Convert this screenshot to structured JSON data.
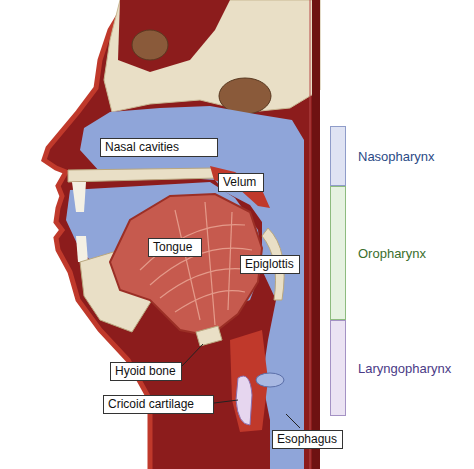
{
  "diagram": {
    "nodes": [
      {
        "text": [
          "Nasal cavities"
        ]
      },
      {
        "text": [
          "Velum"
        ]
      },
      {
        "text": [
          "Tongue"
        ]
      },
      {
        "text": [
          "Epiglottis"
        ]
      },
      {
        "text": [
          "Hyoid bone"
        ]
      },
      {
        "text": [
          "Cricoid cartilage"
        ]
      },
      {
        "text": [
          "Esophagus"
        ]
      },
      {
        "text": [
          "Nasopharynx"
        ]
      },
      {
        "text": [
          "Oropharynx"
        ]
      },
      {
        "text": [
          "Laryngopharynx"
        ]
      }
    ]
  }
}
